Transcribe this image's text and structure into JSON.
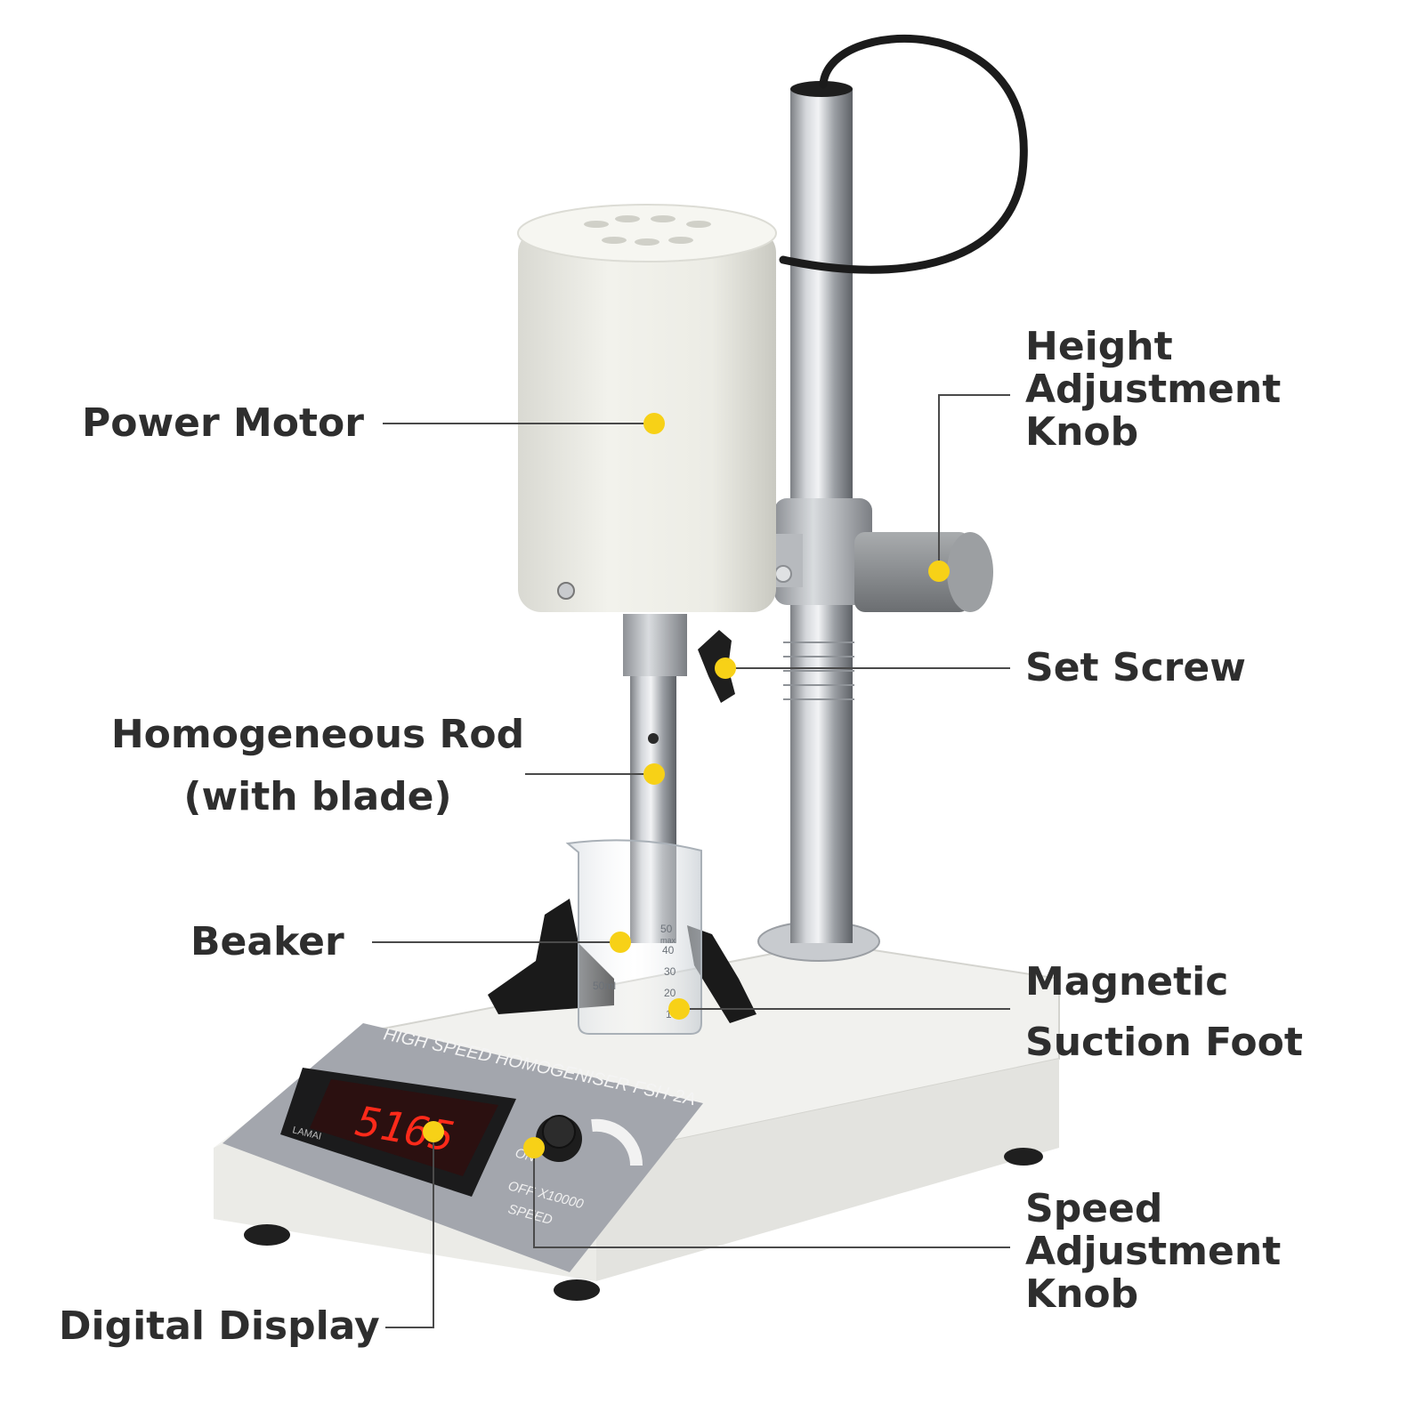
{
  "labels": {
    "power_motor": "Power Motor",
    "homogeneous_rod_line1": "Homogeneous Rod",
    "homogeneous_rod_line2": "(with blade)",
    "beaker": "Beaker",
    "digital_display": "Digital Display",
    "height_knob_line1": "Height",
    "height_knob_line2": "Adjustment",
    "height_knob_line3": "Knob",
    "set_screw": "Set Screw",
    "magnetic_foot_line1": "Magnetic",
    "magnetic_foot_line2": "Suction Foot",
    "speed_knob_line1": "Speed",
    "speed_knob_line2": "Adjustment",
    "speed_knob_line3": "Knob"
  },
  "device": {
    "panel_title": "HIGH SPEED HOMOGENISER FSH-2A",
    "display_reading": "5165",
    "display_brand": "LAMAI",
    "switch_on": "ON",
    "switch_off": "OFF",
    "speed_unit": "X10000",
    "speed_label": "SPEED"
  },
  "beaker_marks": [
    "50",
    "40",
    "30",
    "20",
    "10"
  ],
  "beaker_volume": "50ml",
  "beaker_max": "max",
  "colors": {
    "callout_dot": "#f7d117",
    "callout_text": "#2e2e2e",
    "leader_line": "#4a4a4a",
    "led": "#ff2a1a"
  }
}
